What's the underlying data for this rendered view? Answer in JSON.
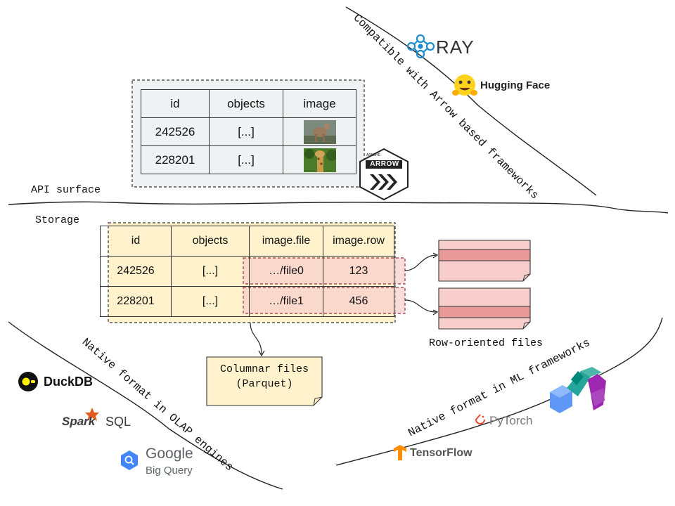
{
  "labels": {
    "api_surface": "API surface",
    "storage": "Storage",
    "row_oriented": "Row-oriented files",
    "columnar_line1": "Columnar files",
    "columnar_line2": "(Parquet)",
    "arrow_caption": "Compatible with Arrow based frameworks",
    "olap_caption": "Native format in OLAP engines",
    "ml_caption": "Native format in ML frameworks"
  },
  "api_table": {
    "headers": [
      "id",
      "objects",
      "image"
    ],
    "rows": [
      {
        "id": "242526",
        "objects": "[...]"
      },
      {
        "id": "228201",
        "objects": "[...]"
      }
    ]
  },
  "storage_table": {
    "headers": [
      "id",
      "objects",
      "image.file",
      "image.row"
    ],
    "rows": [
      {
        "id": "242526",
        "objects": "[...]",
        "file": "…/file0",
        "row": "123"
      },
      {
        "id": "228201",
        "objects": "[...]",
        "file": "…/file1",
        "row": "456"
      }
    ]
  },
  "logos": {
    "ray": "RAY",
    "hugging_face": "Hugging Face",
    "arrow_small": "APACHE",
    "arrow": "ARROW",
    "duckdb": "DuckDB",
    "spark": "Spark",
    "sql": "SQL",
    "google": "Google",
    "bigquery": "Big Query",
    "pytorch": "PyTorch",
    "tensorflow": "TensorFlow"
  },
  "colors": {
    "api_fill": "#eef2f2",
    "storage_fill": "#fff2cc",
    "row_file_fill": "#f8cecc",
    "row_file_stripe": "#ea9999",
    "ray_blue": "#1a8ccf",
    "duckdb_yellow": "#fff000",
    "spark_orange": "#e25a1c",
    "pytorch_orange": "#ee4c2c",
    "tensorflow_orange": "#ff8f00",
    "bigquery_blue": "#4386fa"
  }
}
